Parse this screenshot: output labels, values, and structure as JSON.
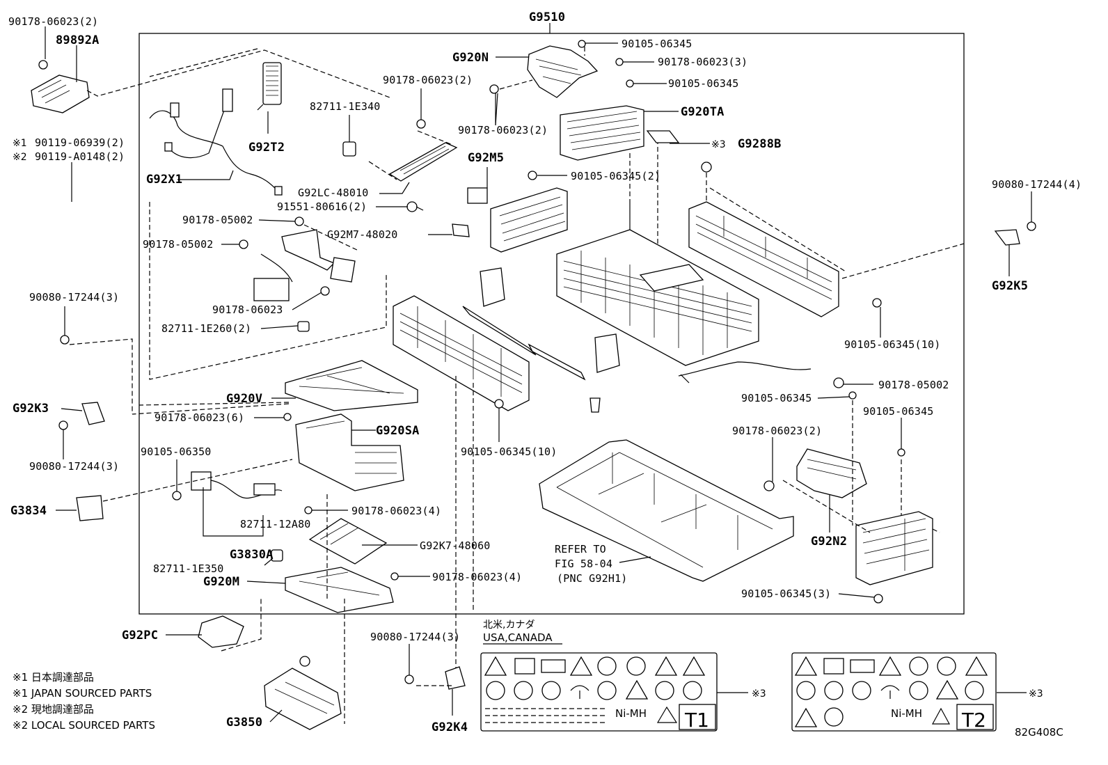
{
  "diagram_code": "82G408C",
  "main_group": "G9510",
  "labels": {
    "p01": "90178-06023(2)",
    "p02": "89892A",
    "p03": "90119-06939(2)",
    "p04": "90119-A0148(2)",
    "p05": "G92X1",
    "p06": "G92T2",
    "p07": "82711-1E340",
    "p08": "90178-06023(2)",
    "p09": "G920N",
    "p10": "90105-06345",
    "p11": "90178-06023(3)",
    "p12": "90105-06345",
    "p13": "90178-06023(2)",
    "p14": "G920TA",
    "p15": "G9288B",
    "p16": "G92M5",
    "p17": "90105-06345(2)",
    "p18": "G92LC-48010",
    "p19": "91551-80616(2)",
    "p20": "G92M7-48020",
    "p21": "90178-05002",
    "p22": "90178-05002",
    "p23": "90178-06023",
    "p24": "82711-1E260(2)",
    "p25": "90080-17244(3)",
    "p26": "G92K3",
    "p27": "90080-17244(3)",
    "p28": "G920V",
    "p29": "90178-06023(6)",
    "p30": "G920SA",
    "p31": "90105-06350",
    "p32": "G3834",
    "p33": "82711-12A80",
    "p34": "G3830A",
    "p35": "82711-1E350",
    "p36": "G920M",
    "p37": "90178-06023(4)",
    "p38": "G92K7-48060",
    "p39": "90178-06023(4)",
    "p40": "G92PC",
    "p41": "G3850",
    "p42": "90080-17244(3)",
    "p43": "G92K4",
    "p44": "90105-06345(10)",
    "p45": "90080-17244(4)",
    "p46": "G92K5",
    "p47": "90105-06345(10)",
    "p48": "90178-05002",
    "p49": "90105-06345",
    "p50": "90105-06345",
    "p51": "90178-06023(2)",
    "p52": "G92N2",
    "p53": "90105-06345(3)"
  },
  "region_marks": {
    "m1": "※1",
    "m2": "※2",
    "m3": "※3",
    "m4": "※3",
    "m5": "※3"
  },
  "refer": {
    "line1": "REFER TO",
    "line2": "FIG 58-04",
    "line3": "(PNC G92H1)"
  },
  "region_heading": {
    "jp": "北米,カナダ",
    "en": "USA,CANADA"
  },
  "labels_card": {
    "t1_text": "Ni-MH",
    "t1_code": "T1",
    "t2_text": "Ni-MH",
    "t2_code": "T2"
  },
  "footnotes": [
    "※1 日本調達部品",
    "※1 JAPAN SOURCED PARTS",
    "※2 現地調達部品",
    "※2 LOCAL SOURCED PARTS"
  ]
}
